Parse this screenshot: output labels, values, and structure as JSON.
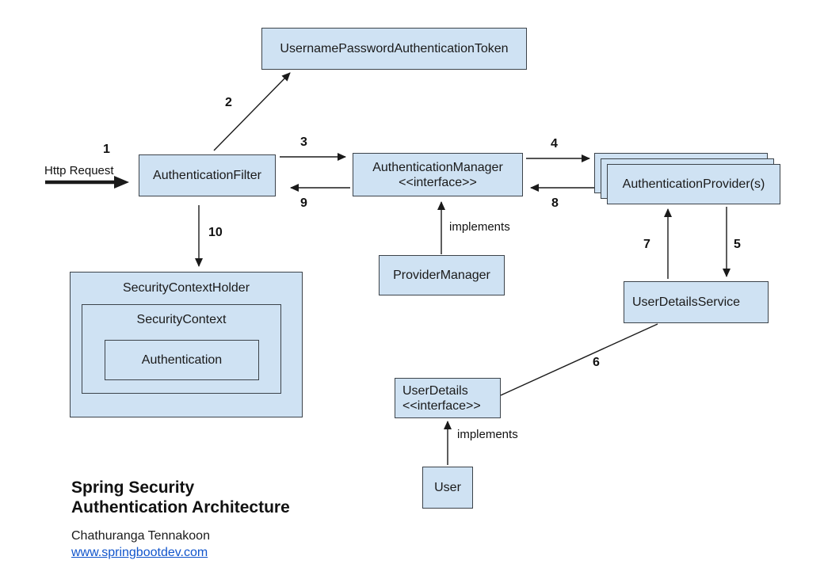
{
  "colors": {
    "node_fill": "#cfe2f3",
    "node_border": "#3c434a",
    "line": "#1a1a1a",
    "link": "#1155cc"
  },
  "nodes": {
    "token": {
      "label": "UsernamePasswordAuthenticationToken"
    },
    "filter": {
      "label": "AuthenticationFilter"
    },
    "manager": {
      "label": "AuthenticationManager",
      "stereotype": "<<interface>>"
    },
    "providers": {
      "label": "AuthenticationProvider(s)"
    },
    "provider_manager": {
      "label": "ProviderManager"
    },
    "security_context_holder": {
      "label": "SecurityContextHolder"
    },
    "security_context": {
      "label": "SecurityContext"
    },
    "authentication": {
      "label": "Authentication"
    },
    "user_details_service": {
      "label": "UserDetailsService"
    },
    "user_details": {
      "label": "UserDetails",
      "stereotype": "<<interface>>"
    },
    "user": {
      "label": "User"
    }
  },
  "edge_labels": {
    "http_request": "Http Request",
    "n1": "1",
    "n2": "2",
    "n3": "3",
    "n4": "4",
    "n5": "5",
    "n6": "6",
    "n7": "7",
    "n8": "8",
    "n9": "9",
    "n10": "10",
    "implements_provider_manager": "implements",
    "implements_user": "implements"
  },
  "caption": {
    "title_line1": "Spring Security",
    "title_line2": "Authentication Architecture",
    "author": "Chathuranga Tennakoon",
    "website": "www.springbootdev.com"
  }
}
